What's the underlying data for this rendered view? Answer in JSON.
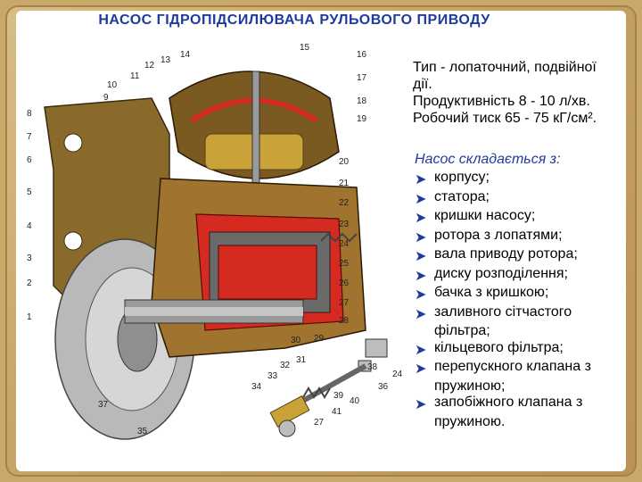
{
  "title": "НАСОС ГІДРОПІДСИЛЮВАЧА РУЛЬОВОГО ПРИВОДУ",
  "specs": [
    "Тип - лопаточний, подвійної",
    "дії.",
    "Продуктивність  8 - 10 л/хв.",
    "Робочий тиск 65 - 75 кГ/см²."
  ],
  "parts_heading": "Насос складається з:",
  "parts": [
    {
      "text": "корпусу;",
      "arrow": true
    },
    {
      "text": "статора;",
      "arrow": true
    },
    {
      "text": "кришки насосу;",
      "arrow": true
    },
    {
      "text": "ротора з лопатями;",
      "arrow": true
    },
    {
      "text": "вала приводу ротора;",
      "arrow": true
    },
    {
      "text": "диску розподілення;",
      "arrow": true
    },
    {
      "text": "бачка з кришкою;",
      "arrow": true
    },
    {
      "text": "заливного сітчастого",
      "arrow": true
    },
    {
      "text": "фільтра;",
      "arrow": false
    },
    {
      "text": "кільцевого фільтра;",
      "arrow": true
    },
    {
      "text": "перепускного клапана з",
      "arrow": true
    },
    {
      "text": "пружиною;",
      "arrow": false
    },
    {
      "text": "запобіжного клапана з",
      "arrow": true
    },
    {
      "text": "пружиною.",
      "arrow": false
    }
  ],
  "diagram_labels": [
    "1",
    "2",
    "3",
    "4",
    "5",
    "6",
    "7",
    "8",
    "9",
    "10",
    "11",
    "12",
    "13",
    "14",
    "15",
    "16",
    "17",
    "18",
    "19",
    "20",
    "21",
    "22",
    "23",
    "24",
    "25",
    "26",
    "27",
    "28",
    "29",
    "30",
    "31",
    "32",
    "33",
    "34",
    "35",
    "36",
    "37",
    "38",
    "39",
    "40",
    "41",
    "24",
    "27"
  ],
  "colors": {
    "title": "#1f3a9c",
    "accent_red": "#d42a1f",
    "frame": "#c9a96a"
  }
}
